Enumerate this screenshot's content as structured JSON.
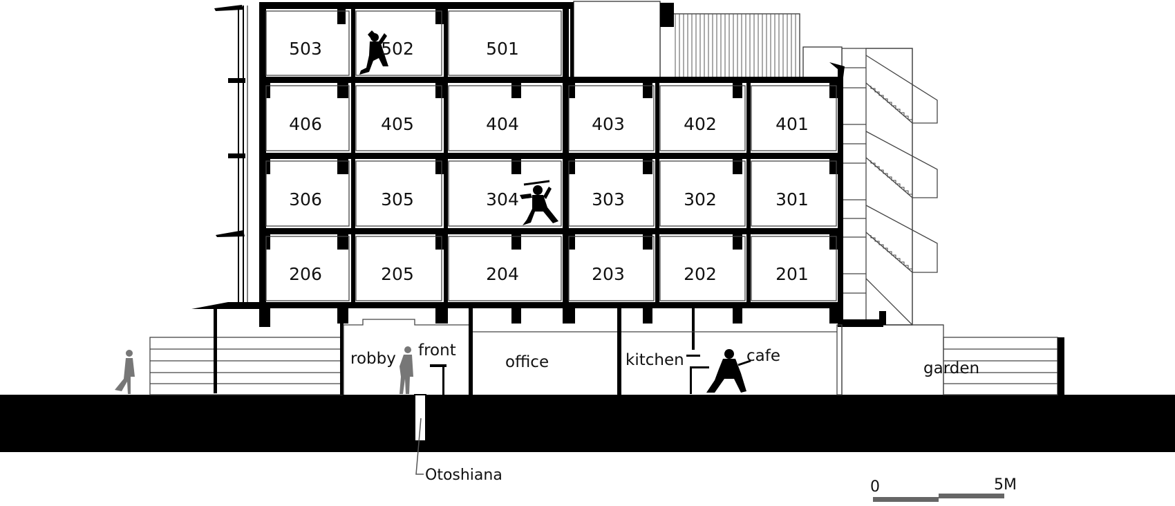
{
  "floors": [
    {
      "level": 5,
      "rooms": [
        "503",
        "502",
        "501"
      ]
    },
    {
      "level": 4,
      "rooms": [
        "406",
        "405",
        "404",
        "403",
        "402",
        "401"
      ]
    },
    {
      "level": 3,
      "rooms": [
        "306",
        "305",
        "304",
        "303",
        "302",
        "301"
      ]
    },
    {
      "level": 2,
      "rooms": [
        "206",
        "205",
        "204",
        "203",
        "202",
        "201"
      ]
    }
  ],
  "ground_floor": {
    "robby": "robby",
    "front": "front",
    "office": "office",
    "kitchen": "kitchen",
    "cafe": "cafe",
    "garden": "garden"
  },
  "otoshiana_label": "Otoshiana",
  "scale_bar": {
    "start": "0",
    "end": "5M"
  },
  "figures": [
    "pedestrian-figure",
    "receptionist-figure",
    "ninja-jumping-figure",
    "ninja-sword-figure",
    "ninja-crouching-figure"
  ],
  "colors": {
    "ink": "#000000",
    "line": "#333333",
    "scale": "#666666",
    "paper": "#ffffff"
  }
}
